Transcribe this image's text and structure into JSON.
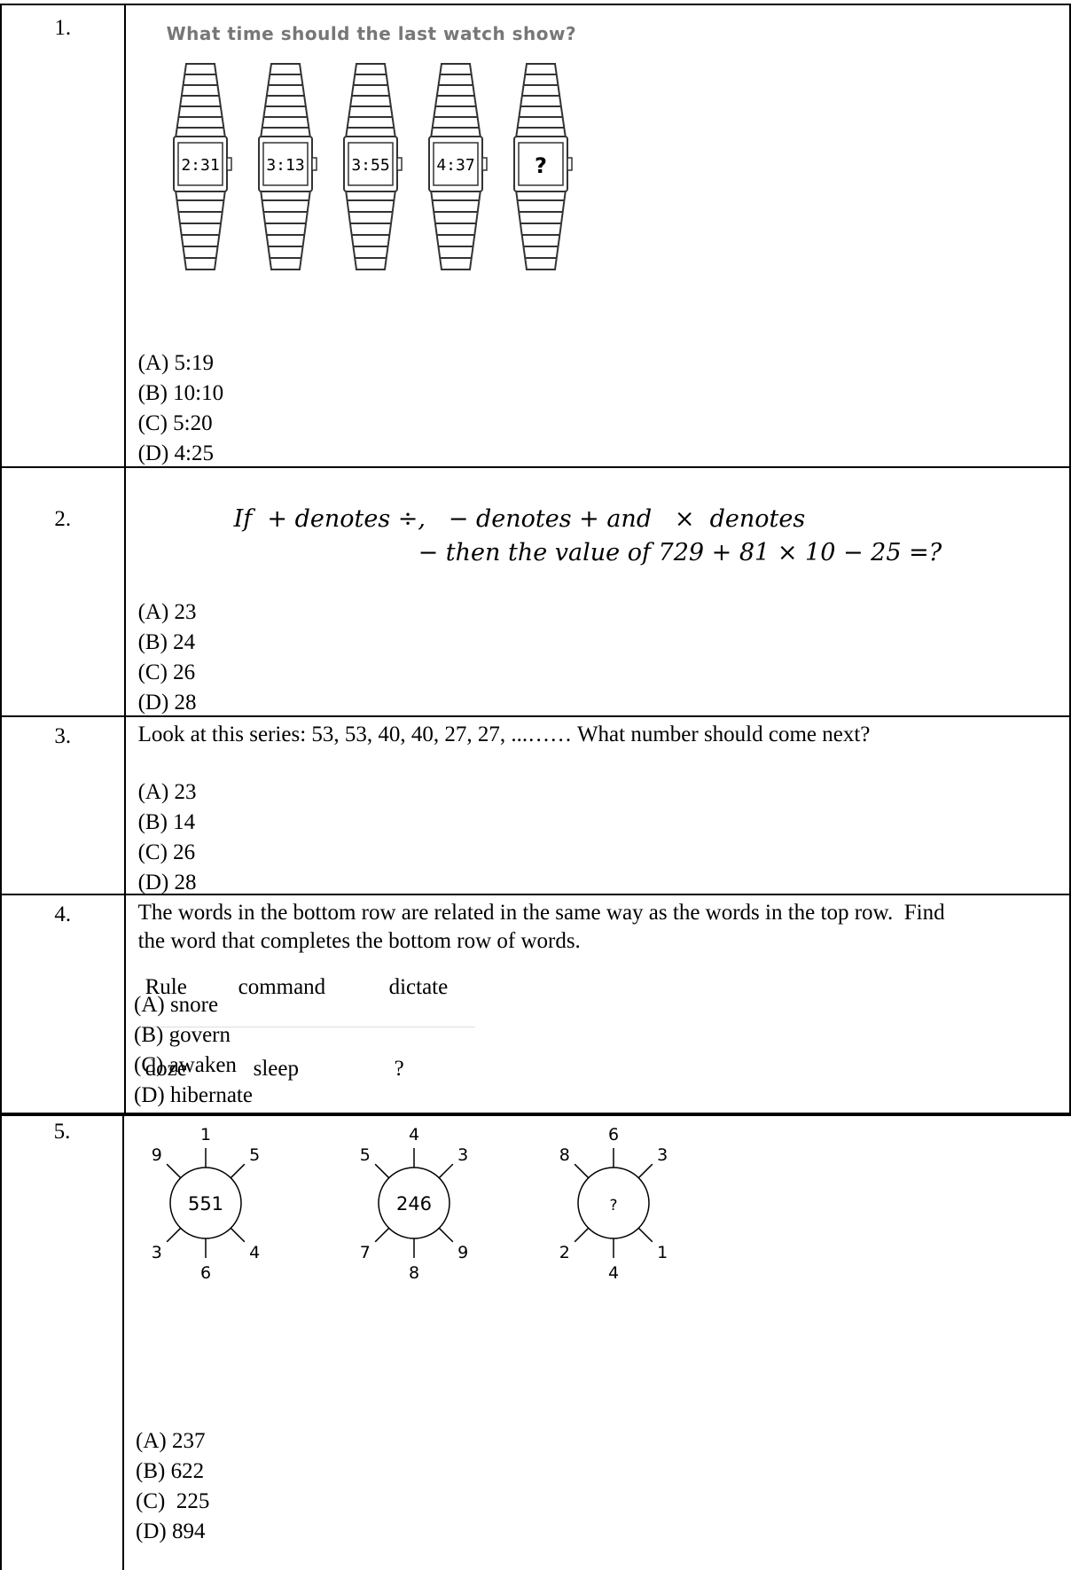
{
  "questions": [
    {
      "number": "1.",
      "prompt": "What time should the last watch show?",
      "watches": [
        "2:31",
        "3:13",
        "3:55",
        "4:37",
        "?"
      ],
      "options": [
        "(A) 5:19",
        "(B) 10:10",
        "(C) 5:20",
        "(D) 4:25"
      ]
    },
    {
      "number": "2.",
      "line1": "If  + denotes ÷,   − denotes + and   ×  denotes",
      "line2": "− then the value of 729 + 81 × 10 − 25 =?",
      "options": [
        "(A) 23",
        "(B) 24",
        "(C) 26",
        "(D) 28"
      ]
    },
    {
      "number": "3.",
      "prompt": "Look at this series: 53, 53, 40, 40, 27, 27, ...…… What number should come next?",
      "options": [
        "(A) 23",
        "(B) 14",
        "(C) 26",
        "(D) 28"
      ]
    },
    {
      "number": "4.",
      "prompt_line1": "The words in the bottom row are related in the same way as the words in the top row.  Find",
      "prompt_line2": "the word that completes the bottom row of words.",
      "top_row": [
        "Rule",
        "command",
        "dictate"
      ],
      "bottom_row": [
        "doze",
        "sleep",
        "?"
      ],
      "options": [
        "(A) snore",
        "(B) govern",
        "(C) awaken",
        "(D) hibernate"
      ]
    },
    {
      "number": "5.",
      "figures": [
        {
          "center": "551",
          "top": "1",
          "top_left": "9",
          "top_right": "5",
          "bottom_left": "3",
          "bottom": "6",
          "bottom_right": "4"
        },
        {
          "center": "246",
          "top": "4",
          "top_left": "5",
          "top_right": "3",
          "bottom_left": "7",
          "bottom": "8",
          "bottom_right": "9"
        },
        {
          "center": "?",
          "top": "6",
          "top_left": "8",
          "top_right": "3",
          "bottom_left": "2",
          "bottom": "4",
          "bottom_right": "1"
        }
      ],
      "options": [
        "(A) 237",
        "(B) 622",
        "(C)  225",
        "(D) 894"
      ]
    }
  ]
}
